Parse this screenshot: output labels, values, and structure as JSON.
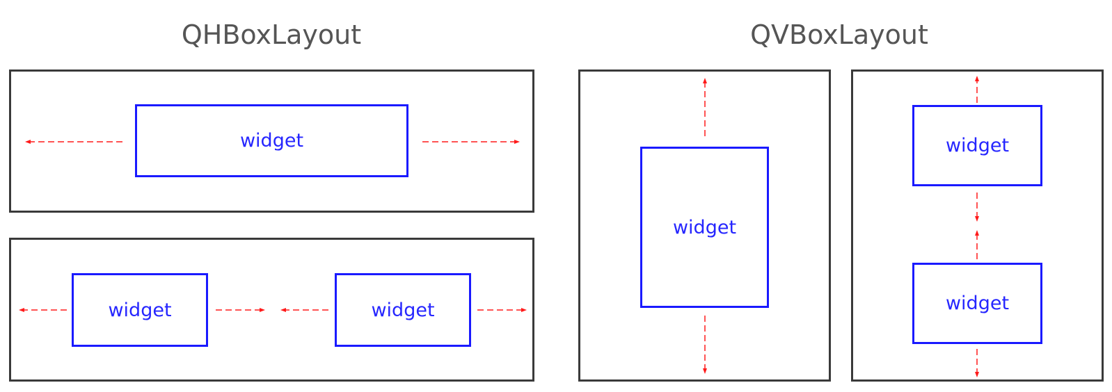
{
  "titles": {
    "hbox": "QHBoxLayout",
    "vbox": "QVBoxLayout"
  },
  "widget_label": "widget",
  "colors": {
    "frame": "#3a3a3a",
    "widget": "#1a1aff",
    "arrow": "#ff1a1a",
    "title": "#555555"
  }
}
